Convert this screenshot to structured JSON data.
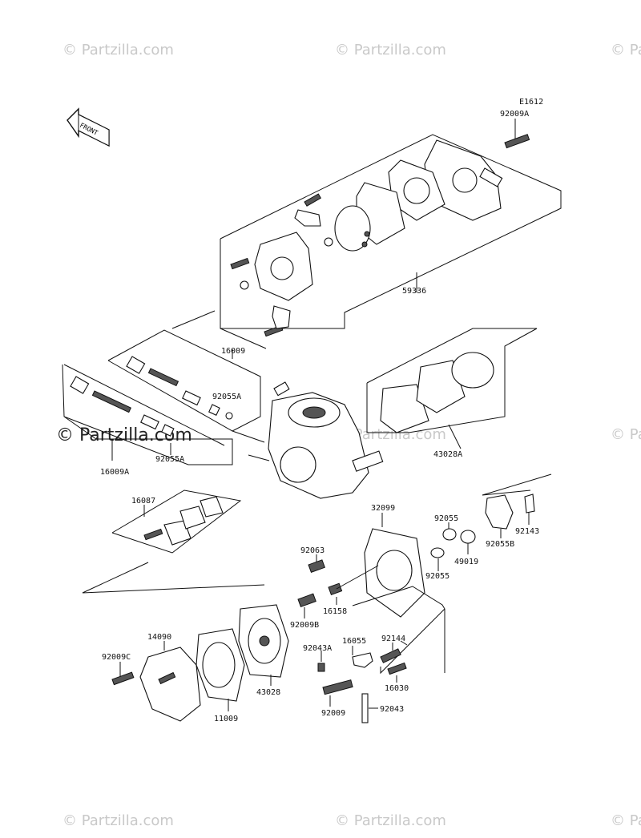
{
  "diagram_code": "E1612",
  "front_arrow_label": "FRONT",
  "watermark": "© Partzilla.com",
  "callouts": {
    "c92009A": "92009A",
    "c59336": "59336",
    "c16009": "16009",
    "c92055A_top": "92055A",
    "c16009A": "16009A",
    "c92055A_bottom": "92055A",
    "c43028A": "43028A",
    "c16087": "16087",
    "c32099": "32099",
    "c92055_upper": "92055",
    "c92055_lower": "92055",
    "c49019": "49019",
    "c92055B": "92055B",
    "c92143": "92143",
    "c92063": "92063",
    "c16158": "16158",
    "c92009B": "92009B",
    "c92144": "92144",
    "c14090": "14090",
    "c92009C": "92009C",
    "c92043A": "92043A",
    "c16055": "16055",
    "c16030": "16030",
    "c43028": "43028",
    "c11009": "11009",
    "c92009": "92009",
    "c92043": "92043"
  }
}
